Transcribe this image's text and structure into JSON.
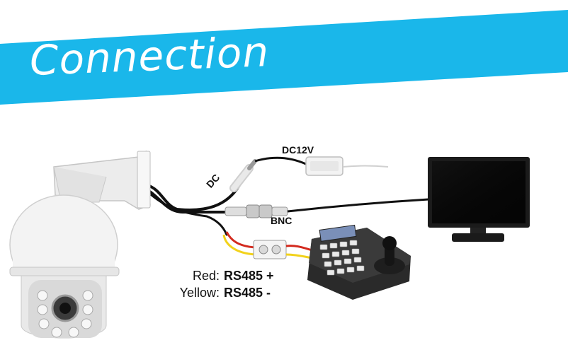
{
  "banner": {
    "title": "Connection",
    "color": "#1ab7ea"
  },
  "labels": {
    "dc": "DC",
    "dc12v": "DC12V",
    "bnc": "BNC"
  },
  "legend": [
    {
      "key": "Red:",
      "value": "RS485 +",
      "color": "#d32a1e"
    },
    {
      "key": "Yellow:",
      "value": "RS485 -",
      "color": "#f2d21b"
    }
  ],
  "devices": {
    "camera": "ptz-dome-camera",
    "monitor": "monitor",
    "keyboard": "ptz-controller-keyboard",
    "power_adapter": "power-adapter"
  }
}
